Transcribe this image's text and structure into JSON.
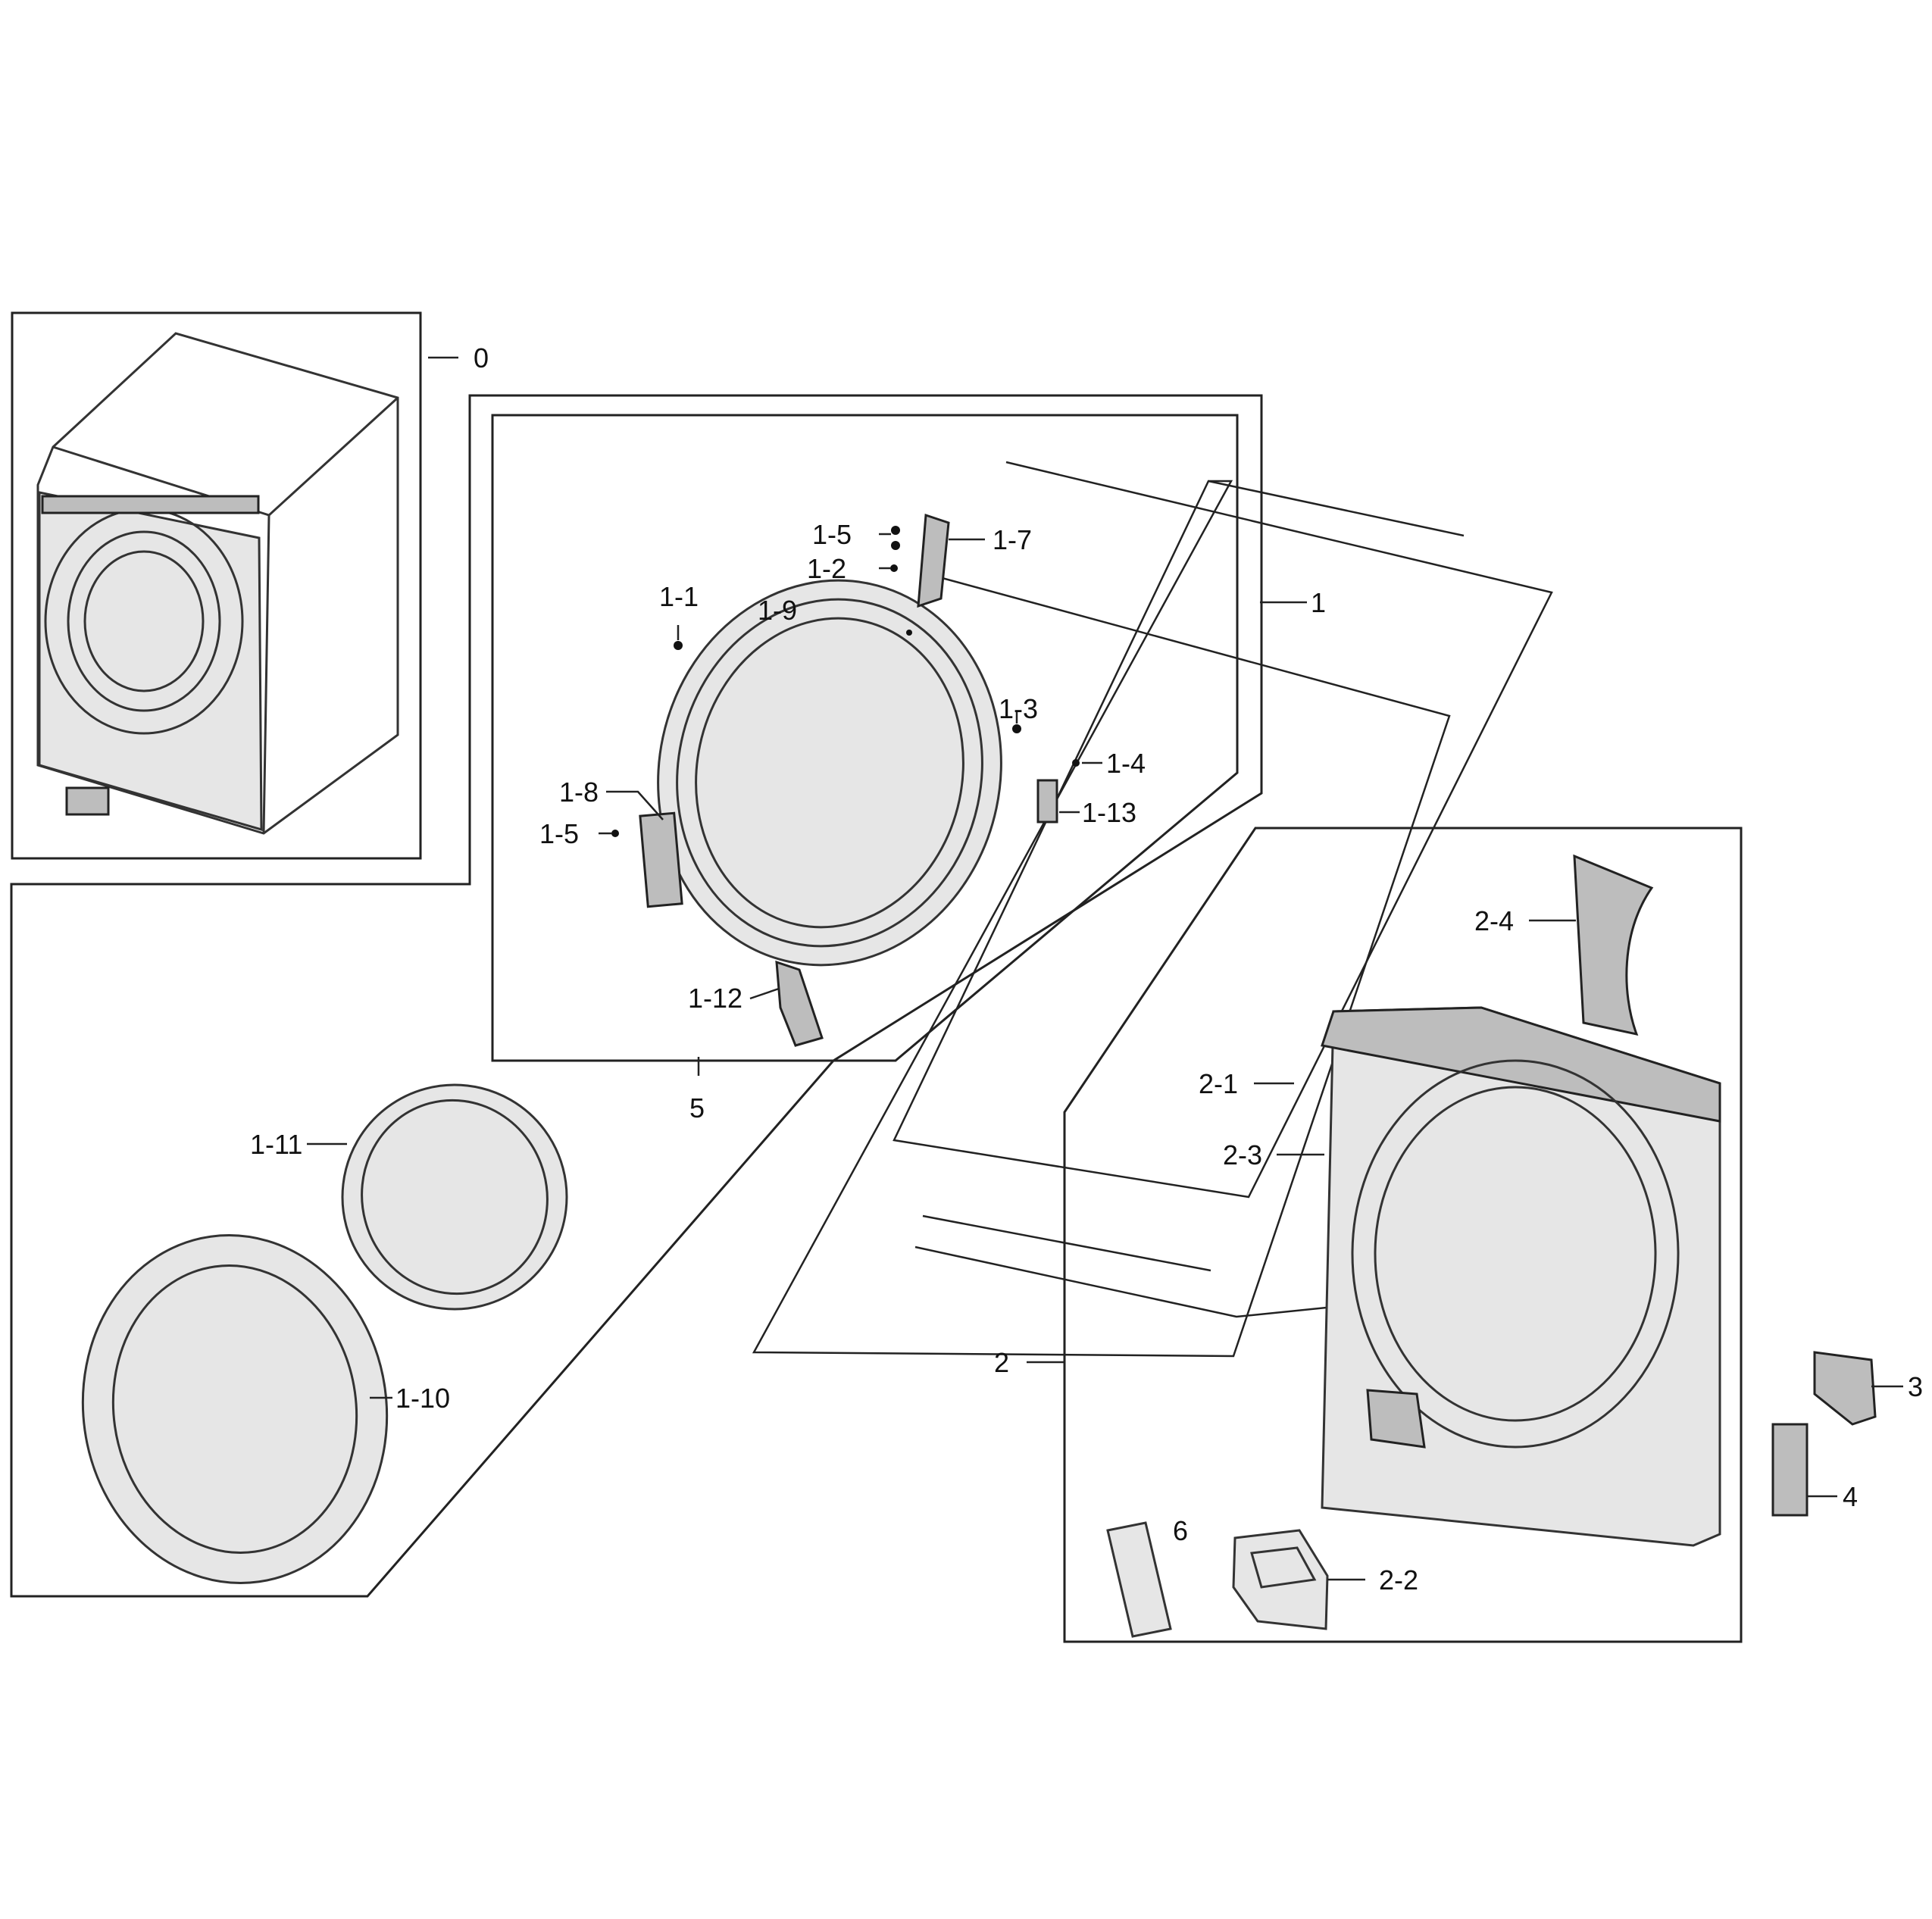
{
  "callouts": {
    "c_0": "0",
    "c_1": "1",
    "c_1_1": "1-1",
    "c_1_2": "1-2",
    "c_1_3": "1-3",
    "c_1_4": "1-4",
    "c_1_5_top": "1-5",
    "c_1_5_left": "1-5",
    "c_1_7": "1-7",
    "c_1_8": "1-8",
    "c_1_9": "1-9",
    "c_1_10": "1-10",
    "c_1_11": "1-11",
    "c_1_12": "1-12",
    "c_1_13": "1-13",
    "c_2": "2",
    "c_2_1": "2-1",
    "c_2_2": "2-2",
    "c_2_3": "2-3",
    "c_2_4": "2-4",
    "c_3": "3",
    "c_4": "4",
    "c_5": "5",
    "c_6": "6"
  }
}
